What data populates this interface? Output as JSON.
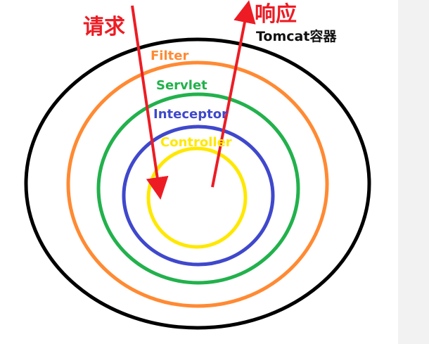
{
  "diagram": {
    "request_label": "请求",
    "response_label": "响应",
    "container_label": "Tomcat容器",
    "layers": [
      {
        "label": "Filter",
        "color": "#ff8a33"
      },
      {
        "label": "Servlet",
        "color": "#22b14c"
      },
      {
        "label": "Inteceptor",
        "color": "#3f48cc"
      },
      {
        "label": "Controller",
        "color": "#ffe800"
      }
    ],
    "colors": {
      "container_ring": "#000000",
      "arrow": "#ed1c24",
      "request_text": "#ed1c24",
      "response_text": "#ed1c24"
    }
  }
}
